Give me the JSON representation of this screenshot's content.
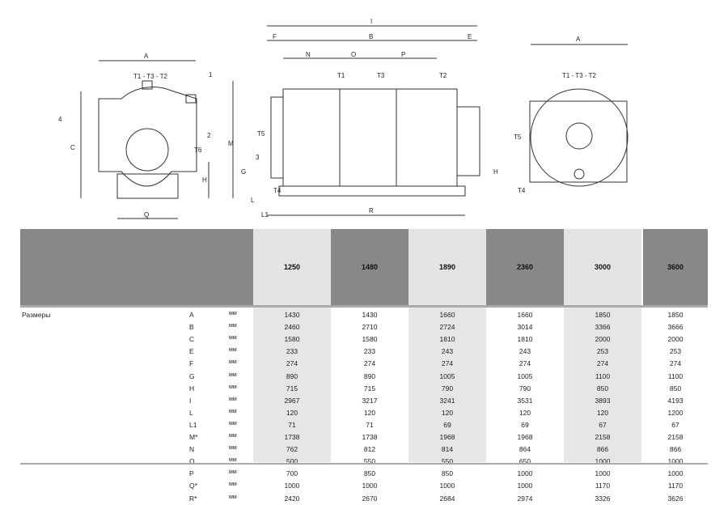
{
  "drawing_labels": {
    "left_view": {
      "A": "A",
      "pipes": "T1 - T3 - T2",
      "n1": "1",
      "n4": "4",
      "n2": "2",
      "T6": "T6",
      "C": "C",
      "H": "H",
      "Q": "Q"
    },
    "side_view": {
      "I": "I",
      "F": "F",
      "B": "B",
      "E": "E",
      "N": "N",
      "O": "O",
      "P": "P",
      "T1": "T1",
      "T3": "T3",
      "T2": "T2",
      "M": "M",
      "T5": "T5",
      "G": "G",
      "n3": "3",
      "T4": "T4",
      "L1": "L1",
      "R": "R",
      "L": "L",
      "H": "H"
    },
    "front_view": {
      "A": "A",
      "pipes": "T1 - T3 - T2",
      "T5": "T5",
      "T4": "T4"
    }
  },
  "table": {
    "section_label": "Размеры",
    "unit": "мм",
    "models": [
      "1250",
      "1480",
      "1890",
      "2360",
      "3000",
      "3600"
    ],
    "rows": [
      {
        "param": "A",
        "values": [
          "1430",
          "1430",
          "1660",
          "1660",
          "1850",
          "1850"
        ]
      },
      {
        "param": "B",
        "values": [
          "2460",
          "2710",
          "2724",
          "3014",
          "3366",
          "3666"
        ]
      },
      {
        "param": "C",
        "values": [
          "1580",
          "1580",
          "1810",
          "1810",
          "2000",
          "2000"
        ]
      },
      {
        "param": "E",
        "values": [
          "233",
          "233",
          "243",
          "243",
          "253",
          "253"
        ]
      },
      {
        "param": "F",
        "values": [
          "274",
          "274",
          "274",
          "274",
          "274",
          "274"
        ]
      },
      {
        "param": "G",
        "values": [
          "890",
          "890",
          "1005",
          "1005",
          "1100",
          "1100"
        ]
      },
      {
        "param": "H",
        "values": [
          "715",
          "715",
          "790",
          "790",
          "850",
          "850"
        ]
      },
      {
        "param": "I",
        "values": [
          "2967",
          "3217",
          "3241",
          "3531",
          "3893",
          "4193"
        ]
      },
      {
        "param": "L",
        "values": [
          "120",
          "120",
          "120",
          "120",
          "120",
          "1200"
        ]
      },
      {
        "param": "L1",
        "values": [
          "71",
          "71",
          "69",
          "69",
          "67",
          "67"
        ]
      },
      {
        "param": "M*",
        "values": [
          "1738",
          "1738",
          "1968",
          "1968",
          "2158",
          "2158"
        ]
      },
      {
        "param": "N",
        "values": [
          "762",
          "812",
          "814",
          "864",
          "866",
          "866"
        ]
      },
      {
        "param": "O",
        "values": [
          "500",
          "550",
          "550",
          "650",
          "1000",
          "1000"
        ]
      },
      {
        "param": "P",
        "values": [
          "700",
          "850",
          "850",
          "1000",
          "1000",
          "1000"
        ]
      },
      {
        "param": "Q*",
        "values": [
          "1000",
          "1000",
          "1000",
          "1000",
          "1170",
          "1170"
        ]
      },
      {
        "param": "R*",
        "values": [
          "2420",
          "2670",
          "2684",
          "2974",
          "3326",
          "3626"
        ]
      }
    ]
  }
}
